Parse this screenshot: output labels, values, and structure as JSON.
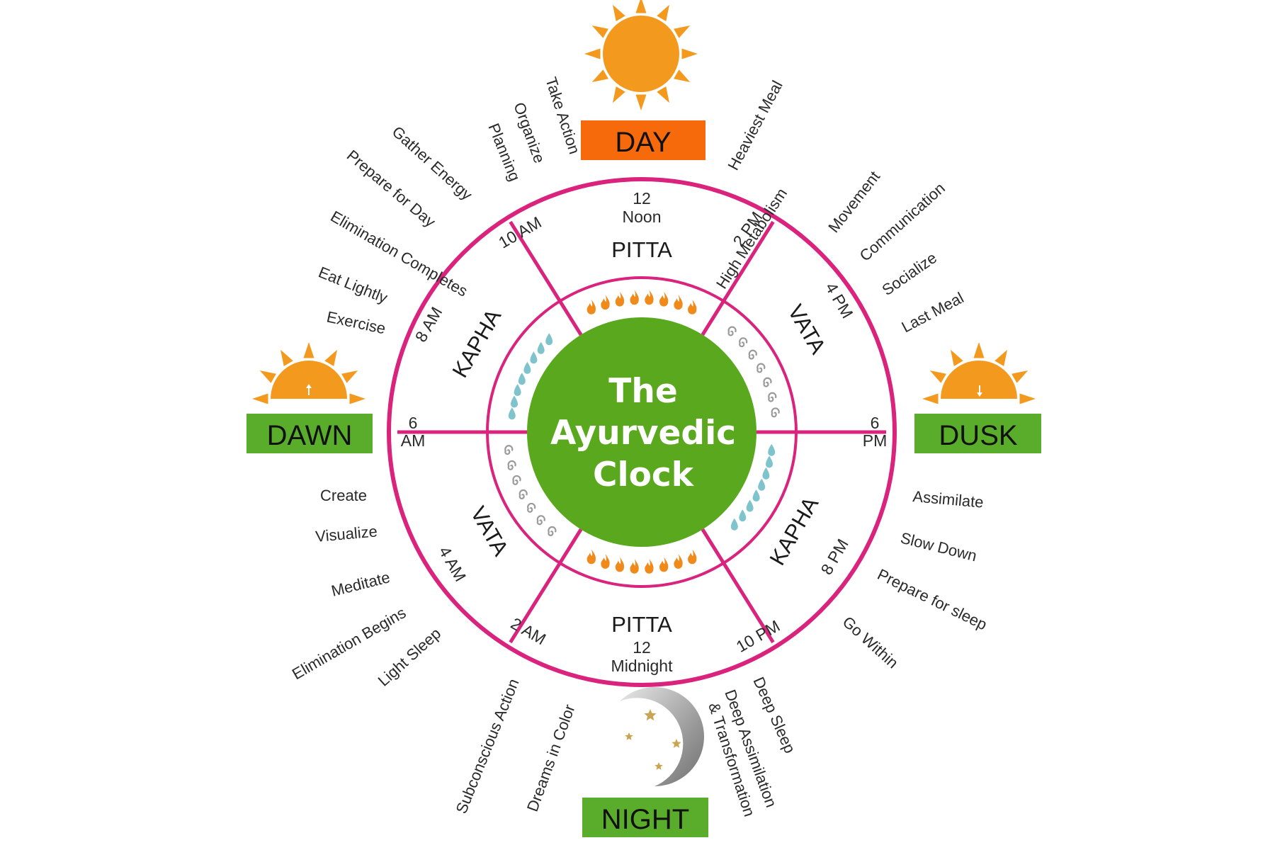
{
  "title_lines": [
    "The",
    "Ayurvedic",
    "Clock"
  ],
  "periods": {
    "day": "DAY",
    "dusk": "DUSK",
    "night": "NIGHT",
    "dawn": "DAWN"
  },
  "times": {
    "noon": [
      "12",
      "Noon"
    ],
    "t2pm": "2 PM",
    "t4pm": "4 PM",
    "t6pm": [
      "6",
      "PM"
    ],
    "t8pm": "8 PM",
    "t10pm": "10 PM",
    "midnight": [
      "12",
      "Midnight"
    ],
    "t2am": "2 AM",
    "t4am": "4 AM",
    "t6am": [
      "6",
      "AM"
    ],
    "t8am": "8 AM",
    "t10am": "10 AM"
  },
  "doshas": {
    "top": "PITTA",
    "upper_right": "VATA",
    "lower_right": "KAPHA",
    "bottom": "PITTA",
    "lower_left": "VATA",
    "upper_left": "KAPHA"
  },
  "activities": {
    "day_left": [
      "Take Action",
      "Organize",
      "Planning"
    ],
    "day_right": [
      "Heaviest Meal",
      "High Metabolism"
    ],
    "afternoon": [
      "Movement",
      "Communication",
      "Socialize",
      "Last Meal"
    ],
    "evening": [
      "Assimilate",
      "Slow Down",
      "Prepare for sleep",
      "Go Within"
    ],
    "night_right": [
      "Deep Sleep",
      "Deep Assimilation",
      "& Transformation"
    ],
    "night_left": [
      "Subconscious Action",
      "Dreams in Color"
    ],
    "early_morning": [
      "Create",
      "Visualize",
      "Meditate",
      "Elimination Begins",
      "Light Sleep"
    ],
    "morning": [
      "Gather Energy",
      "Prepare for Day",
      "Elimination Completes",
      "Eat Lightly",
      "Exercise"
    ]
  },
  "colors": {
    "ring": "#d9237d",
    "center": "#5aa81e",
    "box_green": "#5aad2a",
    "box_orange": "#f76a0c",
    "sun": "#f39a1e",
    "water": "#7fc4cc",
    "air": "#9a9a9a",
    "fire": "#f08a1a",
    "star": "#c9a552"
  }
}
